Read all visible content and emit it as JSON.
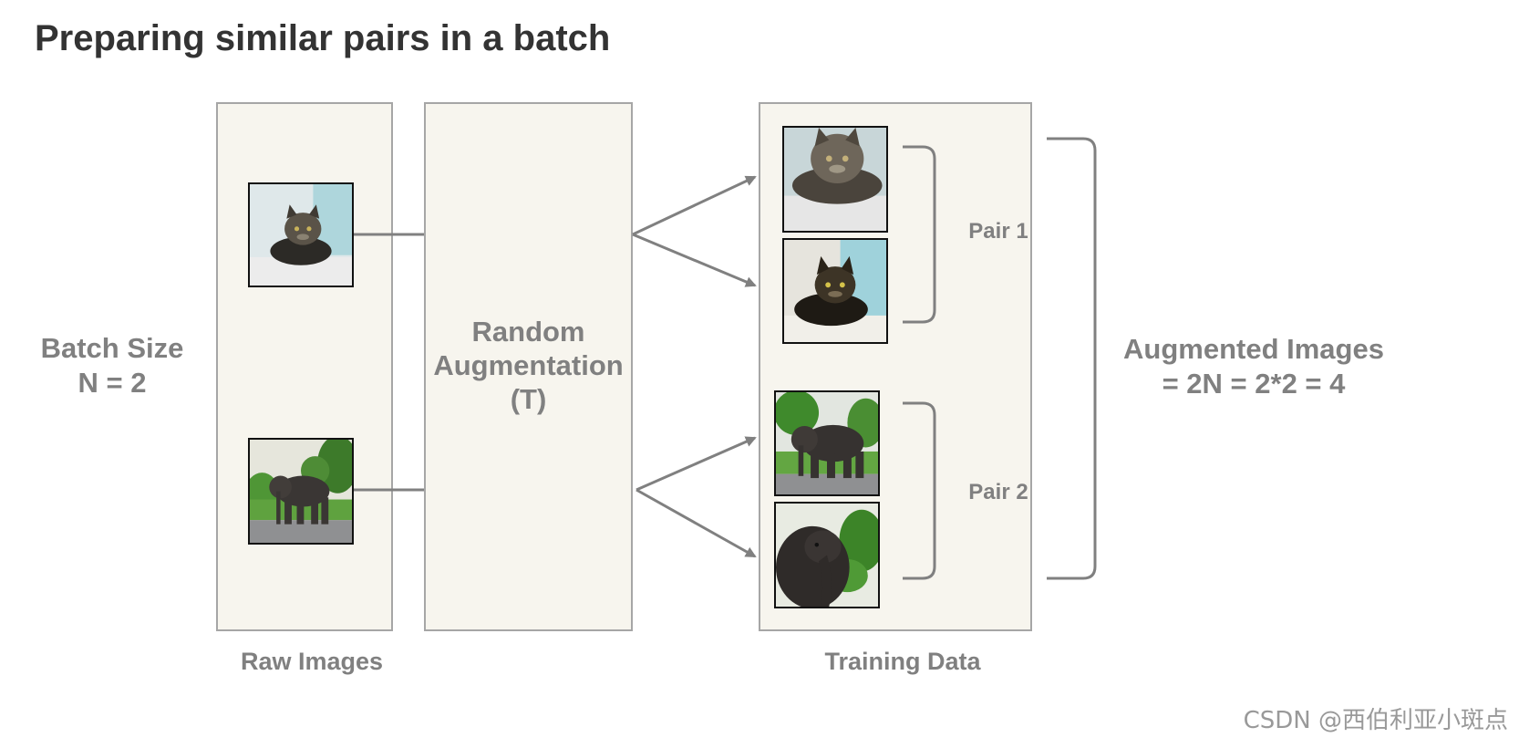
{
  "title": "Preparing similar pairs in a batch",
  "batch": {
    "line1": "Batch Size",
    "line2": "N = 2"
  },
  "augmentation": {
    "line1": "Random",
    "line2": "Augmentation",
    "line3": "(T)"
  },
  "captions": {
    "raw": "Raw Images",
    "training": "Training Data"
  },
  "pairs": {
    "pair1": "Pair 1",
    "pair2": "Pair 2"
  },
  "augmented": {
    "line1": "Augmented Images",
    "line2": "= 2N = 2*2 = 4"
  },
  "watermark": "CSDN @西伯利亚小斑点",
  "images": {
    "raw": [
      "cat-photo",
      "elephant-photo"
    ],
    "augmented": [
      "cat-crop",
      "cat-color-jitter",
      "elephant-crop",
      "elephant-zoom"
    ]
  },
  "colors": {
    "panel_fill": "#f7f5ee",
    "panel_border": "#a6a6a6",
    "label_text": "#808080",
    "connector": "#808080"
  }
}
